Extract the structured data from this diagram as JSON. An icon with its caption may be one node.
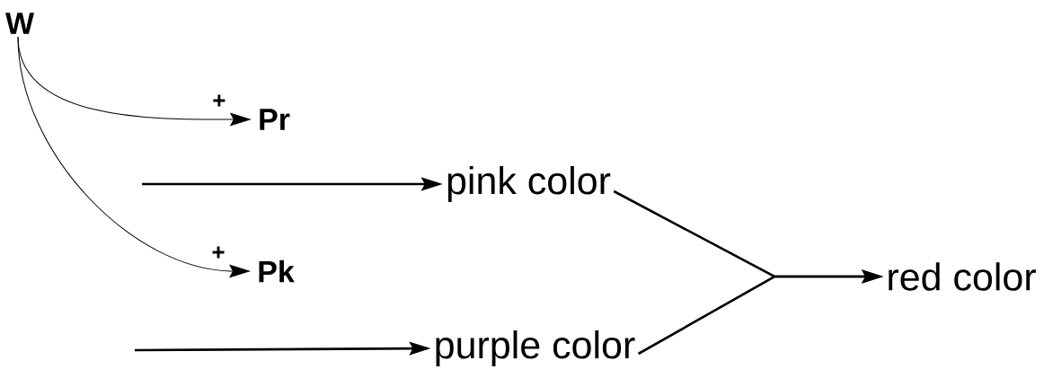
{
  "diagram": {
    "nodes": [
      {
        "text": [
          "W"
        ]
      },
      {
        "text": [
          "Pr"
        ]
      },
      {
        "text": [
          "pink color"
        ]
      },
      {
        "text": [
          "Pk"
        ]
      },
      {
        "text": [
          "purple color"
        ]
      },
      {
        "text": [
          "red color"
        ]
      }
    ],
    "edges": [
      {
        "from": 0,
        "to": 1,
        "arrow": "to",
        "label": "+"
      },
      {
        "from": 0,
        "to": 3,
        "arrow": "to",
        "label": "+"
      },
      {
        "from": null,
        "to": 2,
        "arrow": "to"
      },
      {
        "from": null,
        "to": 4,
        "arrow": "to"
      },
      {
        "from": 2,
        "to": 5,
        "arrow": "to"
      },
      {
        "from": 4,
        "to": 5,
        "arrow": "to"
      }
    ]
  }
}
